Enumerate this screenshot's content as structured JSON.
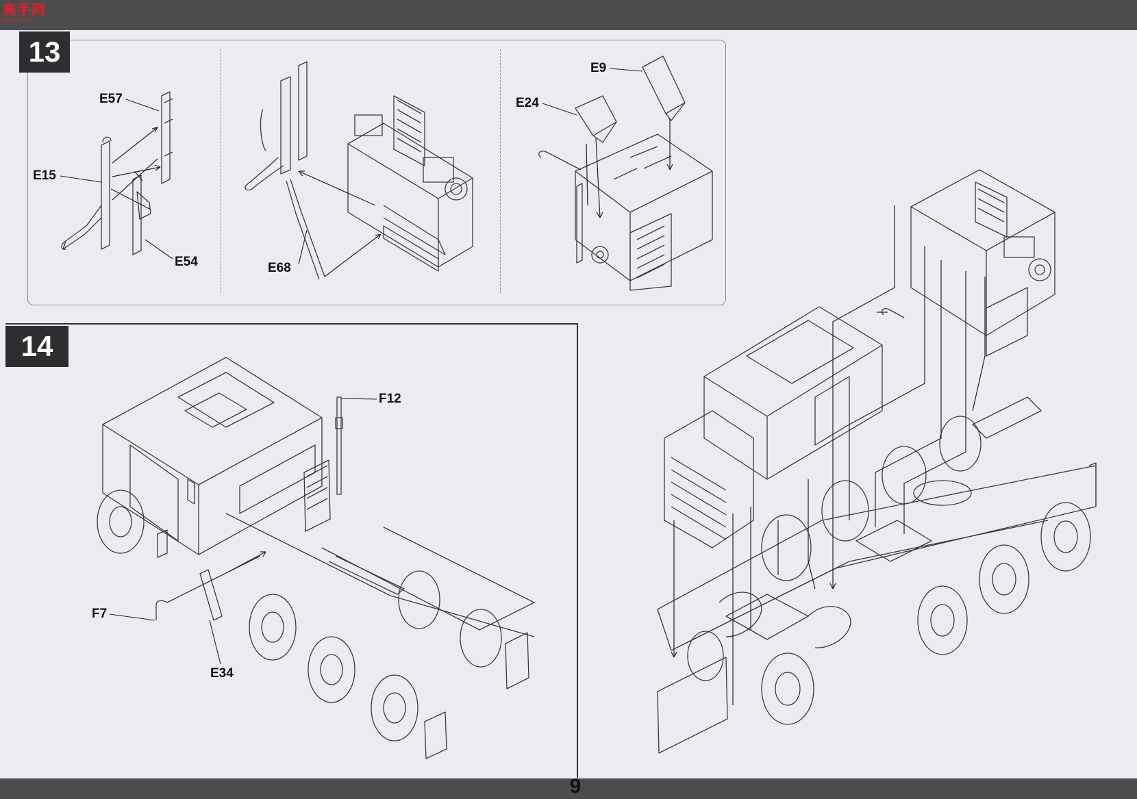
{
  "logo": {
    "text": "高手网",
    "sub": "gao-shou.com"
  },
  "steps": [
    {
      "number": "13"
    },
    {
      "number": "14"
    }
  ],
  "parts": {
    "e57": "E57",
    "e15": "E15",
    "e54": "E54",
    "e68": "E68",
    "e9": "E9",
    "e24": "E24",
    "f12": "F12",
    "f7": "F7",
    "e34": "E34"
  },
  "page_number": "9",
  "colors": {
    "background": "#ecebf1",
    "bars": "#4c4c4e",
    "step_badge": "#2e2e30",
    "line_art": "#3a3a3e"
  }
}
